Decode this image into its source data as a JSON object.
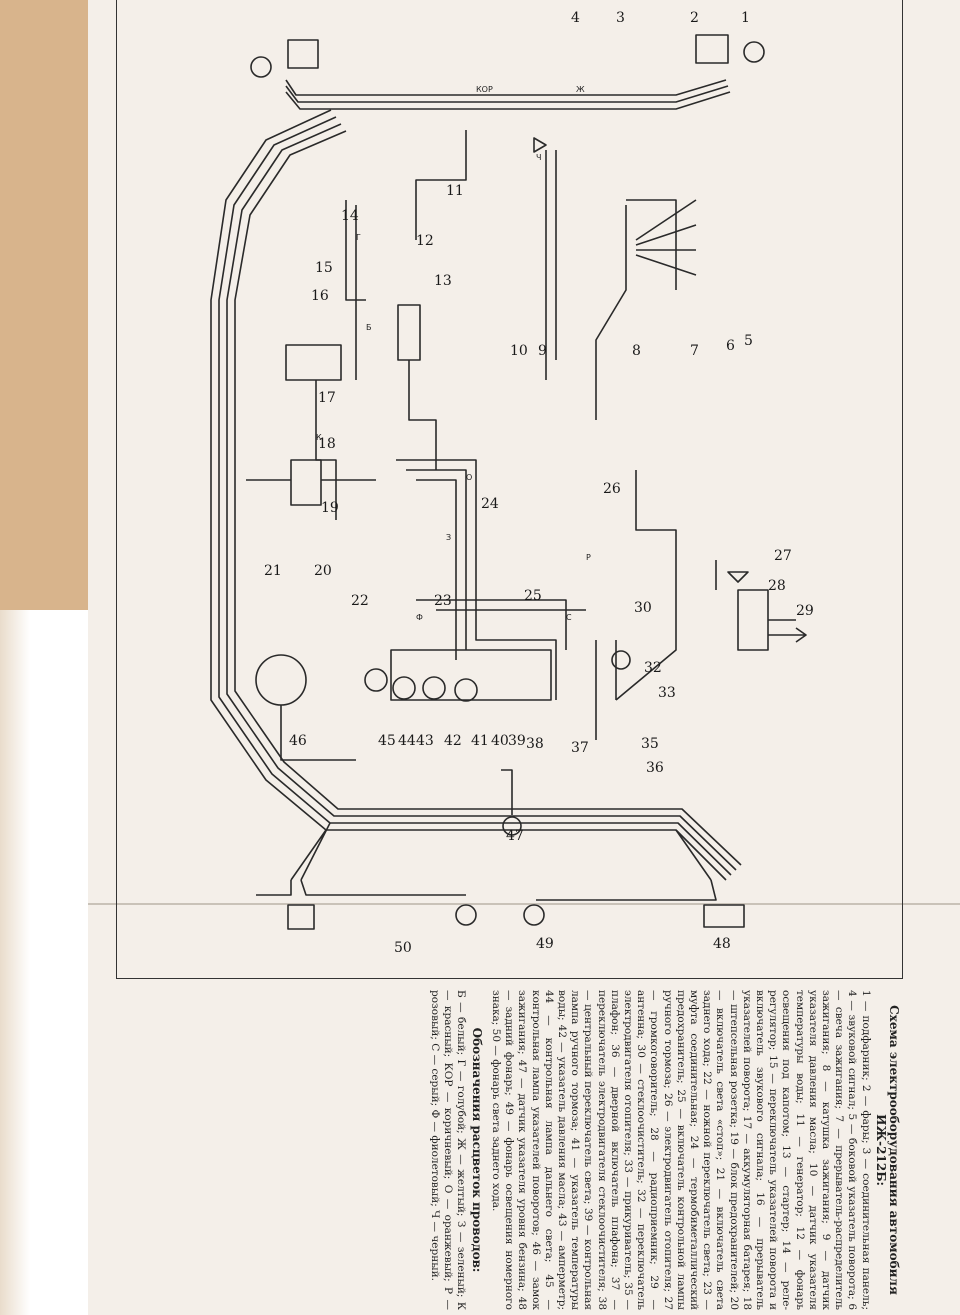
{
  "diagram": {
    "callouts": [
      "1",
      "2",
      "3",
      "4",
      "5",
      "6",
      "7",
      "8",
      "9",
      "10",
      "11",
      "12",
      "13",
      "14",
      "15",
      "16",
      "17",
      "18",
      "19",
      "20",
      "21",
      "22",
      "23",
      "24",
      "25",
      "26",
      "27",
      "28",
      "29",
      "30",
      "32",
      "33",
      "35",
      "36",
      "37",
      "38",
      "39",
      "40",
      "41",
      "42",
      "43",
      "44",
      "45",
      "46",
      "47",
      "48",
      "49",
      "50"
    ],
    "wire_labels": {
      "kor": "КОР",
      "zh": "Ж",
      "ch": "Ч",
      "g": "Г",
      "b": "Б",
      "o": "О",
      "k": "К",
      "z": "З",
      "f": "Ф",
      "r": "Р",
      "s": "С"
    }
  },
  "legend": {
    "title": "Схема электрооборудования автомобиля ИЖ-212Б:",
    "body": "1 — подфарник; 2 — фары; 3 — соединительная панель; 4 — звуковой сигнал; 5 — боковой указатель поворота; 6 — свеча зажигания; 7 — прерыватель-распределитель зажигания; 8 — катушка зажигания; 9 — датчик указателя давления масла; 10 — датчик указателя температуры воды; 11 — генератор; 12 — фонарь освещения под капотом; 13 — стартер; 14 — реле-регулятор; 15 — переключатель указателей поворота и включатель звукового сигнала; 16 — прерыватель указателей поворота; 17 — аккумуляторная батарея; 18 — штепсельная розетка; 19 — блок предохранителей; 20 — включатель света «стоп»; 21 — включатель света заднего хода; 22 — ножной переключатель света; 23 — муфта соединительная; 24 — термобиметаллический предохранитель; 25 — включатель контрольной лампы ручного тормоза; 26 — электродвигатель отопителя; 27 — громкоговоритель; 28 — радиоприемник; 29 — антенна; 30 — стеклоочиститель; 32 — переключатель электродвигателя отопителя; 33 — прикуриватель; 35 — плафон; 36 — дверной включатель плафона; 37 — переключатель электродвигателя стеклоочистителя; 38 — центральный переключатель света; 39 — контрольная лампа ручного тормоза; 41 — указатель температуры воды; 42 — указатель давления масла; 43 — амперметр; 44 — контрольная лампа дальнего света; 45 — контрольная лампа указателей поворотов; 46 — замок зажигания; 47 — датчик указателя уровня бензина; 48 — задний фонарь; 49 — фонарь освещения номерного знака; 50 — фонарь света заднего хода.",
    "colors_title": "Обозначения расцветок проводов:",
    "colors_body": "Б — белый; Г — голубой; Ж — желтый; З — зеленый; К — красный; КОР — коричневый; О — оранжевый; Р — розовый; С — серый; Ф — фиолетовый; Ч — черный."
  }
}
